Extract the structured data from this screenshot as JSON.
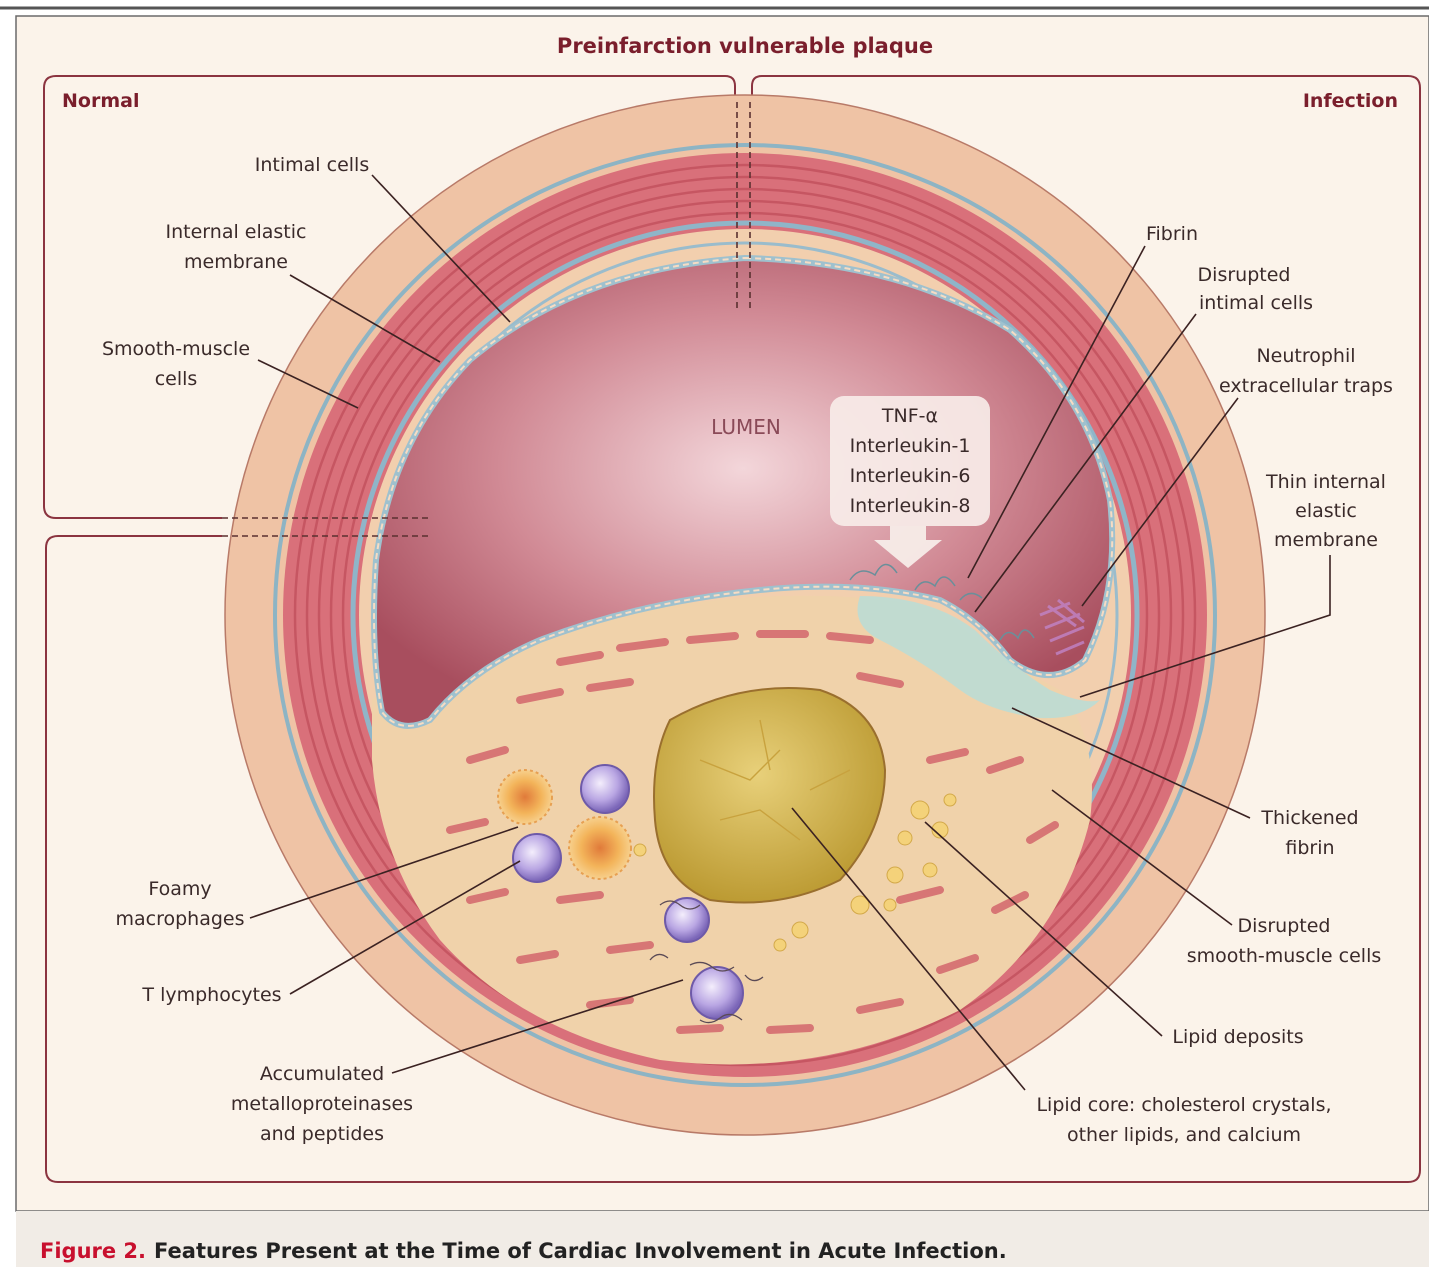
{
  "diagram": {
    "title": "Preinfarction vulnerable plaque",
    "panel_left": "Normal",
    "panel_right": "Infection",
    "lumen_label": "LUMEN",
    "cytokines": [
      "TNF-α",
      "Interleukin-1",
      "Interleukin-6",
      "Interleukin-8"
    ],
    "labels": {
      "intimal_cells": "Intimal cells",
      "internal_elastic_1": "Internal elastic",
      "internal_elastic_2": "membrane",
      "smooth_muscle_1": "Smooth-muscle",
      "smooth_muscle_2": "cells",
      "fibrin": "Fibrin",
      "disrupted_intimal_1": "Disrupted",
      "disrupted_intimal_2": "intimal cells",
      "neutrophil_1": "Neutrophil",
      "neutrophil_2": "extracellular traps",
      "thin_iem_1": "Thin internal",
      "thin_iem_2": "elastic",
      "thin_iem_3": "membrane",
      "thickened_fibrin_1": "Thickened",
      "thickened_fibrin_2": "fibrin",
      "disrupted_smc_1": "Disrupted",
      "disrupted_smc_2": "smooth-muscle cells",
      "lipid_deposits": "Lipid deposits",
      "lipid_core_1": "Lipid core: cholesterol crystals,",
      "lipid_core_2": "other lipids, and calcium",
      "foamy_1": "Foamy",
      "foamy_2": "macrophages",
      "t_lymph": "T lymphocytes",
      "accum_1": "Accumulated",
      "accum_2": "metalloproteinases",
      "accum_3": "and peptides"
    }
  },
  "caption": {
    "figure_number": "Figure 2.",
    "text": "Features Present at the Time of Cardiac Involvement in Acute Infection."
  },
  "colors": {
    "panel_bg": "#fbf3ea",
    "frame": "#8b3440",
    "caption_red": "#c8102e",
    "media_muscle": "#d45a66",
    "adventitia": "#efc3a5",
    "lumen": "#b8606f",
    "lipid_core": "#d6b84f",
    "fibrin": "#a8d4d0"
  }
}
